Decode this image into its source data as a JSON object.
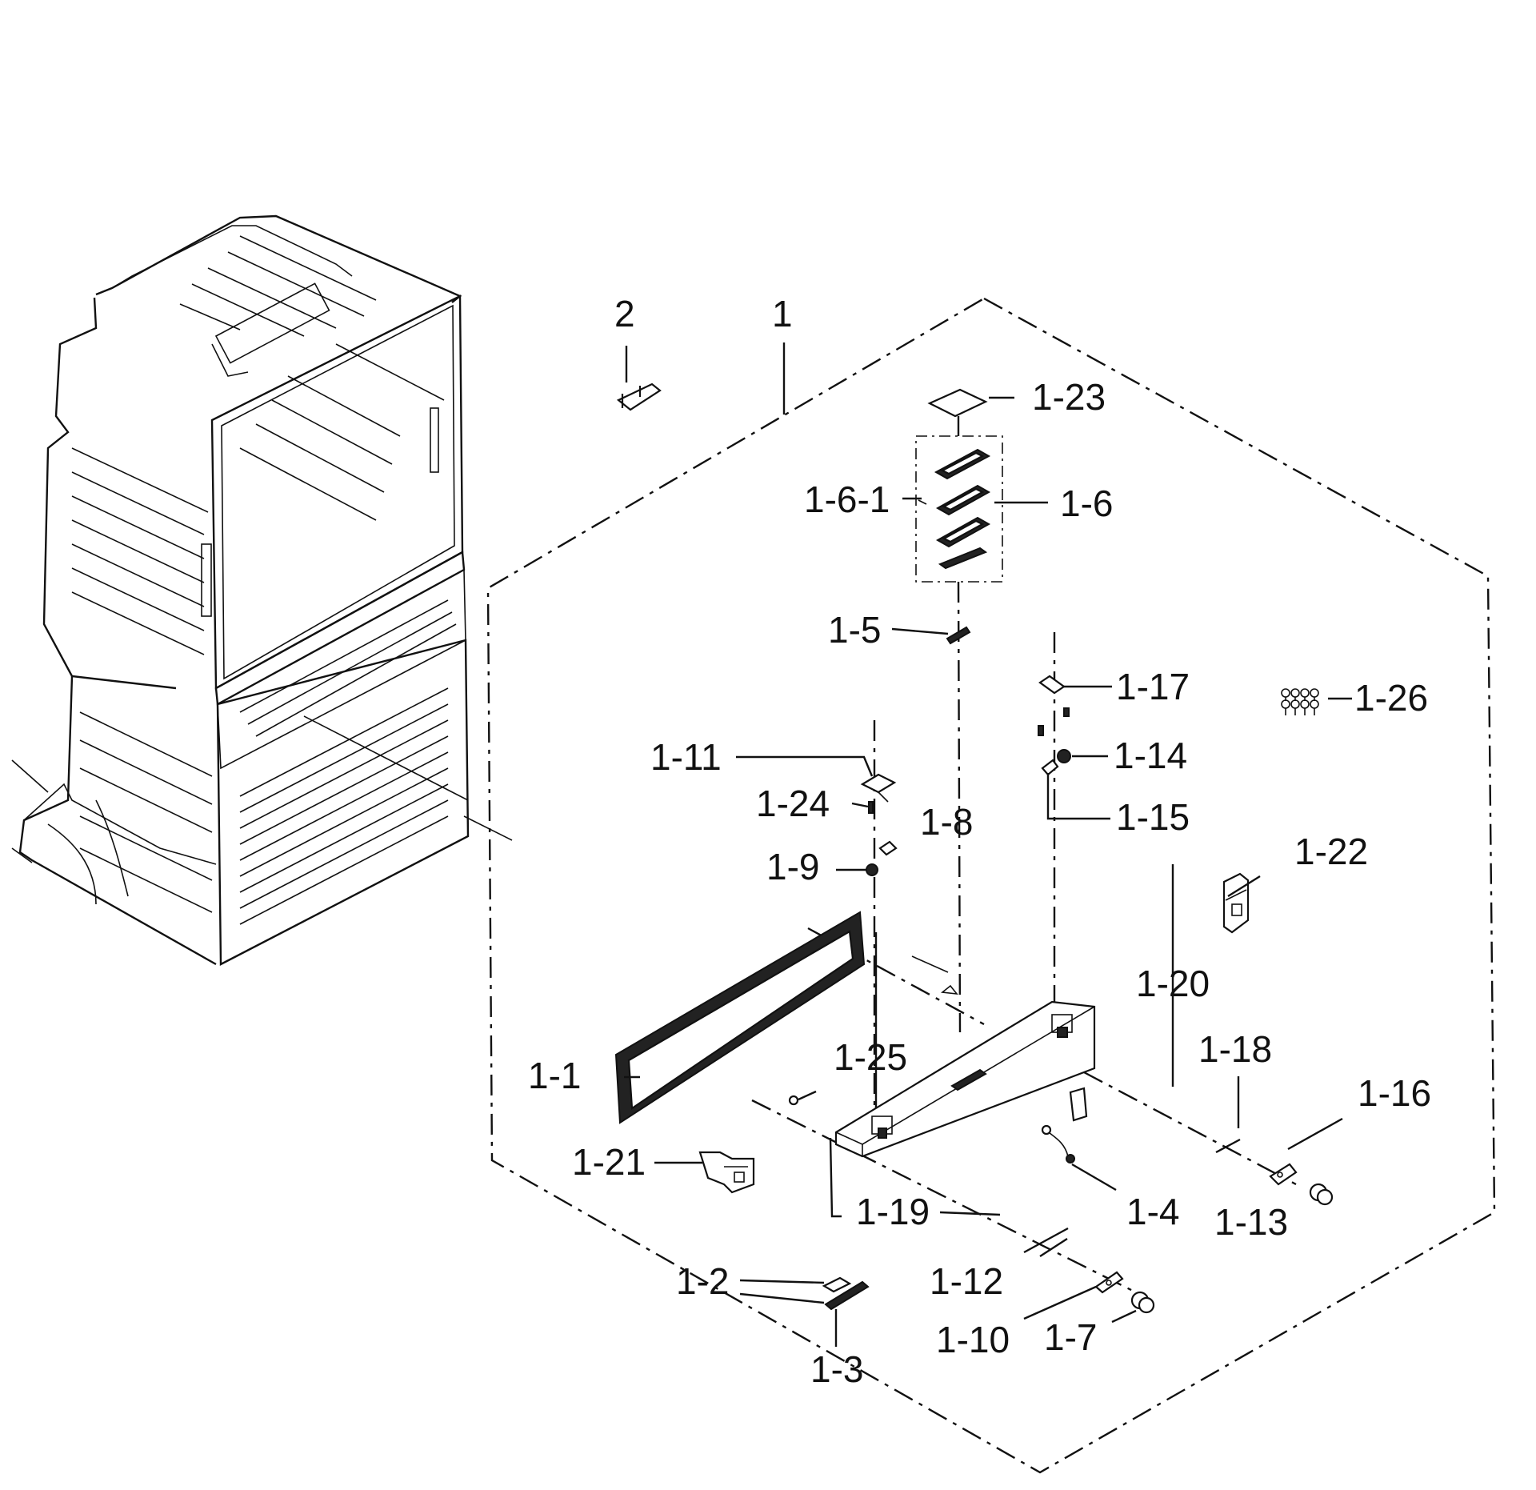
{
  "diagram": {
    "callouts": {
      "c2": "2",
      "c1": "1",
      "c1_23": "1-23",
      "c1_6_1": "1-6-1",
      "c1_6": "1-6",
      "c1_5": "1-5",
      "c1_17": "1-17",
      "c1_26": "1-26",
      "c1_14": "1-14",
      "c1_11": "1-11",
      "c1_24": "1-24",
      "c1_8": "1-8",
      "c1_15": "1-15",
      "c1_9": "1-9",
      "c1_22": "1-22",
      "c1_20": "1-20",
      "c1_1": "1-1",
      "c1_25": "1-25",
      "c1_18": "1-18",
      "c1_16": "1-16",
      "c1_21": "1-21",
      "c1_19": "1-19",
      "c1_4": "1-4",
      "c1_13": "1-13",
      "c1_12": "1-12",
      "c1_2": "1-2",
      "c1_10": "1-10",
      "c1_7": "1-7",
      "c1_3": "1-3"
    }
  }
}
